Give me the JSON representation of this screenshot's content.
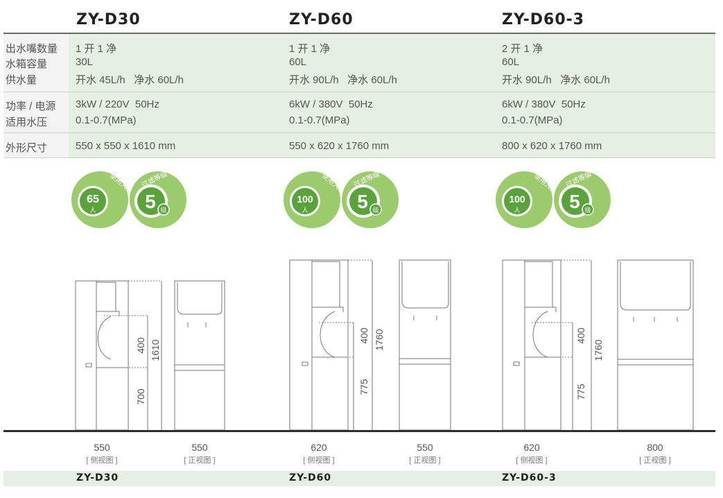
{
  "models": [
    "ZY-D30",
    "ZY-D60",
    "ZY-D60-3"
  ],
  "spec_labels": {
    "row1": [
      "出水嘴数量",
      "水箱容量",
      "供水量"
    ],
    "row2": [
      "功率 / 电源",
      "适用水压"
    ],
    "row3": [
      "外形尺寸"
    ]
  },
  "specs": [
    {
      "outlets": "1 开 1 净",
      "capacity": "30L",
      "supply": "开水 45L/h   净水 60L/h",
      "power": "3kW / 220V  50Hz",
      "pressure": "0.1-0.7(MPa)",
      "size": "550 x 550 x 1610 mm"
    },
    {
      "outlets": "1 开 1 净",
      "capacity": "60L",
      "supply": "开水 90L/h   净水 60L/h",
      "power": "6kW / 380V  50Hz",
      "pressure": "0.1-0.7(MPa)",
      "size": "550 x 620 x 1760 mm"
    },
    {
      "outlets": "2 开 1 净",
      "capacity": "60L",
      "supply": "开水 90L/h   净水 60L/h",
      "power": "6kW / 380V  50Hz",
      "pressure": "0.1-0.7(MPa)",
      "size": "800 x 620 x 1760 mm"
    }
  ],
  "badges": {
    "users_label": "使用人数",
    "users_unit": "人",
    "filter_label": "过滤等级",
    "filter_unit": "级",
    "users": [
      "65",
      "100",
      "100"
    ],
    "filter_level": [
      "5",
      "5",
      "5"
    ],
    "color_dark": "#5aa33c",
    "color_light": "#9ccb6e"
  },
  "drawings": [
    {
      "height": "1610",
      "upper": "400",
      "lower": "700",
      "side_width": "550",
      "front_width": "550",
      "side_view": "[ 侧视图 ]",
      "front_view": "[ 正视图 ]"
    },
    {
      "height": "1760",
      "upper": "400",
      "lower": "775",
      "side_width": "620",
      "front_width": "550",
      "side_view": "[ 侧视图 ]",
      "front_view": "[ 正视图 ]"
    },
    {
      "height": "1760",
      "upper": "400",
      "lower": "775",
      "side_width": "620",
      "front_width": "800",
      "side_view": "[ 侧视图 ]",
      "front_view": "[ 正视图 ]"
    }
  ]
}
